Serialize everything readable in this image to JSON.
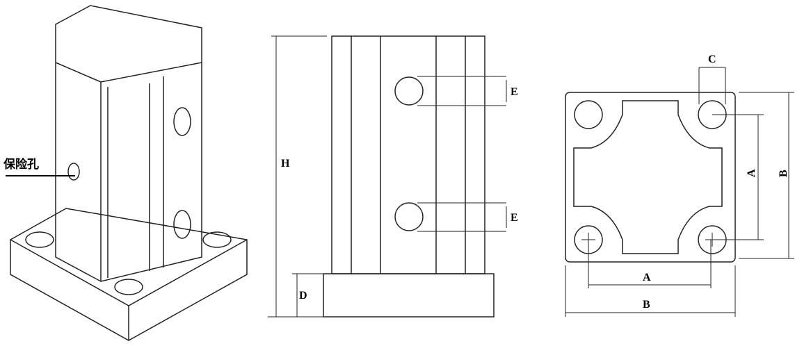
{
  "labels": {
    "safety_hole": "保险孔",
    "H": "H",
    "D": "D",
    "E1": "E",
    "E2": "E",
    "C": "C",
    "A_vertical": "A",
    "B_vertical": "B",
    "A_horizontal": "A",
    "B_horizontal": "B"
  }
}
